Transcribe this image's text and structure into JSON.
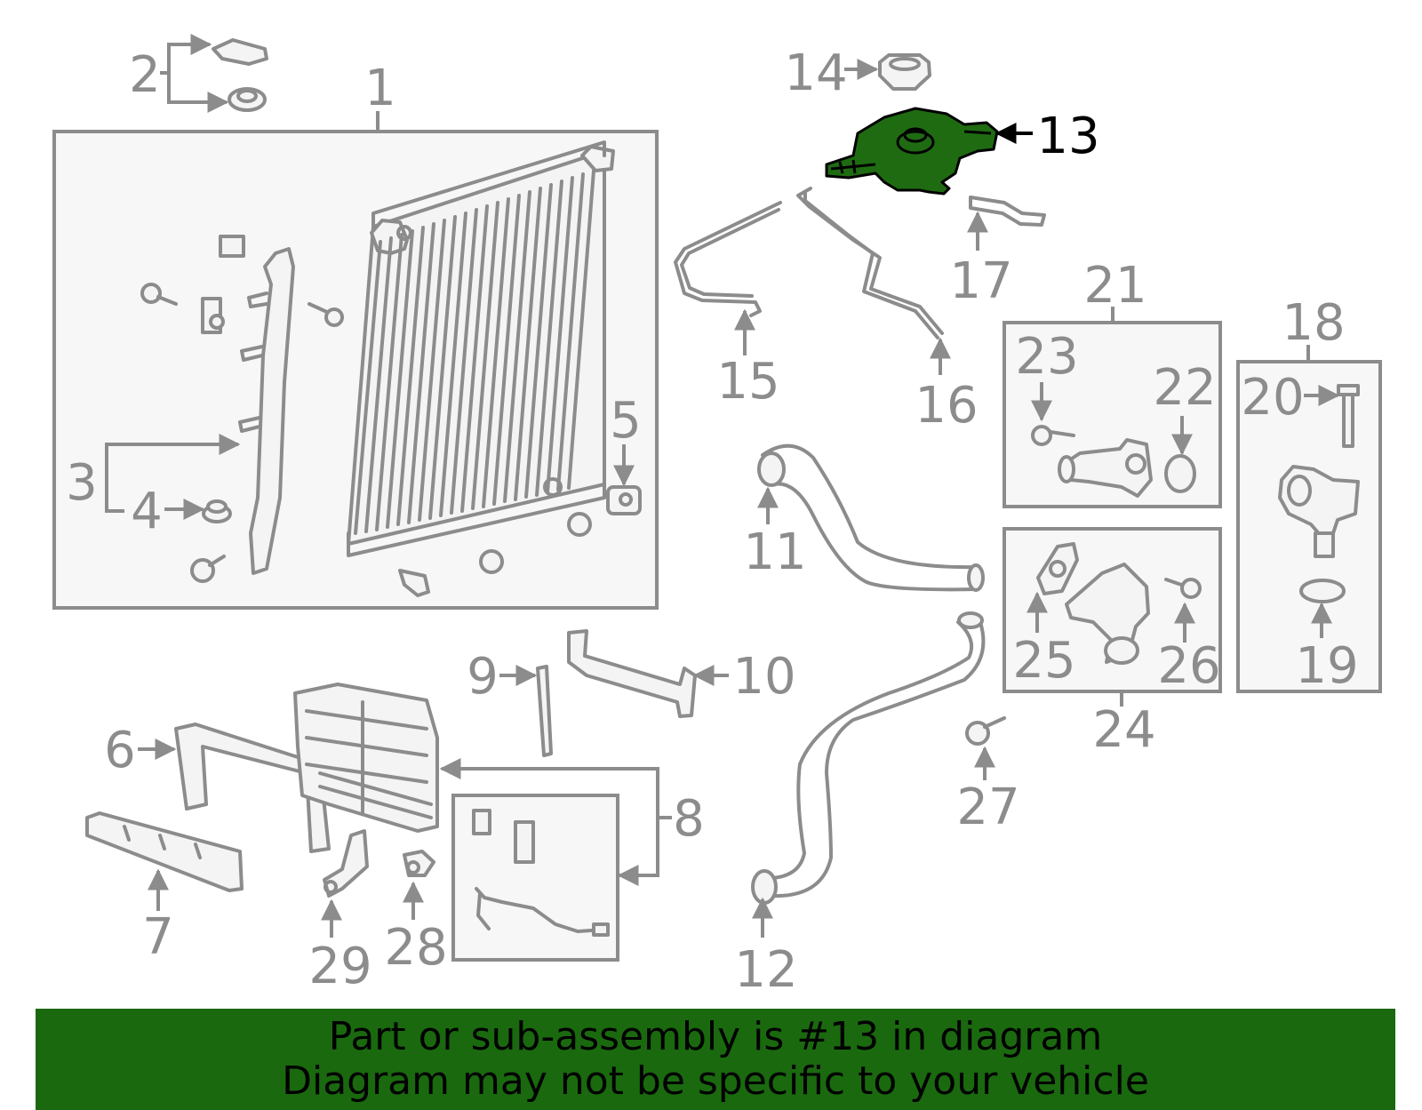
{
  "diagram": {
    "highlight_color": "#1f6b12",
    "line_color": "#8c8c8c",
    "callouts": {
      "c1": "1",
      "c2": "2",
      "c3": "3",
      "c4": "4",
      "c5": "5",
      "c6": "6",
      "c7": "7",
      "c8": "8",
      "c9": "9",
      "c10": "10",
      "c11": "11",
      "c12": "12",
      "c13": "13",
      "c14": "14",
      "c15": "15",
      "c16": "16",
      "c17": "17",
      "c18": "18",
      "c19": "19",
      "c20": "20",
      "c21": "21",
      "c22": "22",
      "c23": "23",
      "c24": "24",
      "c25": "25",
      "c26": "26",
      "c27": "27",
      "c28": "28",
      "c29": "29"
    }
  },
  "banner": {
    "background": "#1a690f",
    "line1": "Part or sub-assembly is #13 in diagram",
    "line2": "Diagram may not be specific to your vehicle"
  }
}
